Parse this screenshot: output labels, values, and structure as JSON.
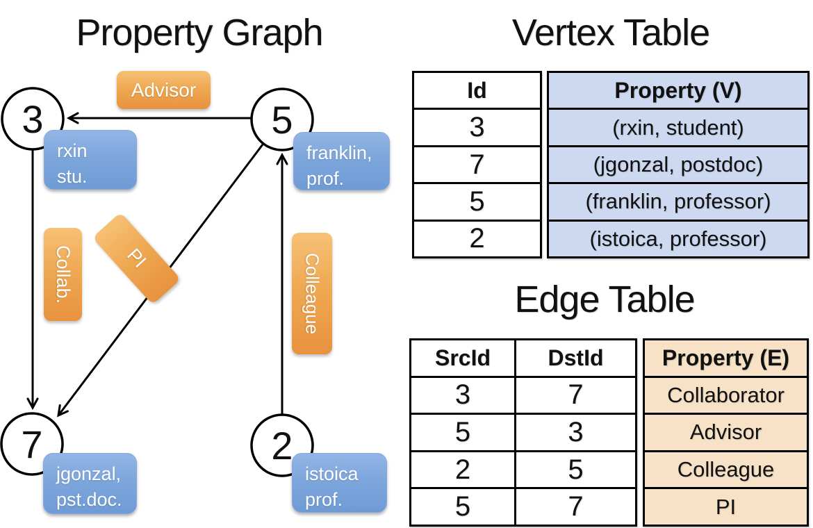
{
  "graph": {
    "title": "Property Graph",
    "vertices": [
      {
        "id": "3",
        "property": {
          "line1": "rxin",
          "line2": "stu."
        }
      },
      {
        "id": "5",
        "property": {
          "line1": "franklin,",
          "line2": "prof."
        }
      },
      {
        "id": "7",
        "property": {
          "line1": "jgonzal,",
          "line2": "pst.doc."
        }
      },
      {
        "id": "2",
        "property": {
          "line1": "istoica",
          "line2": "prof."
        }
      }
    ],
    "edge_labels": [
      "Advisor",
      "Collab.",
      "PI",
      "Colleague"
    ],
    "edges": [
      {
        "src": "5",
        "dst": "3",
        "label": "Advisor"
      },
      {
        "src": "3",
        "dst": "7",
        "label": "Collab."
      },
      {
        "src": "5",
        "dst": "7",
        "label": "PI"
      },
      {
        "src": "2",
        "dst": "5",
        "label": "Colleague"
      }
    ]
  },
  "vertex_table": {
    "title": "Vertex Table",
    "columns": {
      "id": "Id",
      "property": "Property (V)"
    },
    "rows": [
      {
        "id": "3",
        "property": "(rxin, student)"
      },
      {
        "id": "7",
        "property": "(jgonzal, postdoc)"
      },
      {
        "id": "5",
        "property": "(franklin, professor)"
      },
      {
        "id": "2",
        "property": "(istoica, professor)"
      }
    ]
  },
  "edge_table": {
    "title": "Edge Table",
    "columns": {
      "src": "SrcId",
      "dst": "DstId",
      "property": "Property (E)"
    },
    "rows": [
      {
        "src": "3",
        "dst": "7",
        "property": "Collaborator"
      },
      {
        "src": "5",
        "dst": "3",
        "property": "Advisor"
      },
      {
        "src": "2",
        "dst": "5",
        "property": "Colleague"
      },
      {
        "src": "5",
        "dst": "7",
        "property": "PI"
      }
    ]
  },
  "colors": {
    "edge_label_orange_top": "#f6c176",
    "edge_label_orange_bottom": "#e8923e",
    "vertex_box_blue_top": "#93b5e5",
    "vertex_box_blue_bottom": "#6f9bd5",
    "vertex_table_fill": "#cdd9f1",
    "edge_table_fill": "#f7e2c7",
    "line_color": "#000000"
  }
}
